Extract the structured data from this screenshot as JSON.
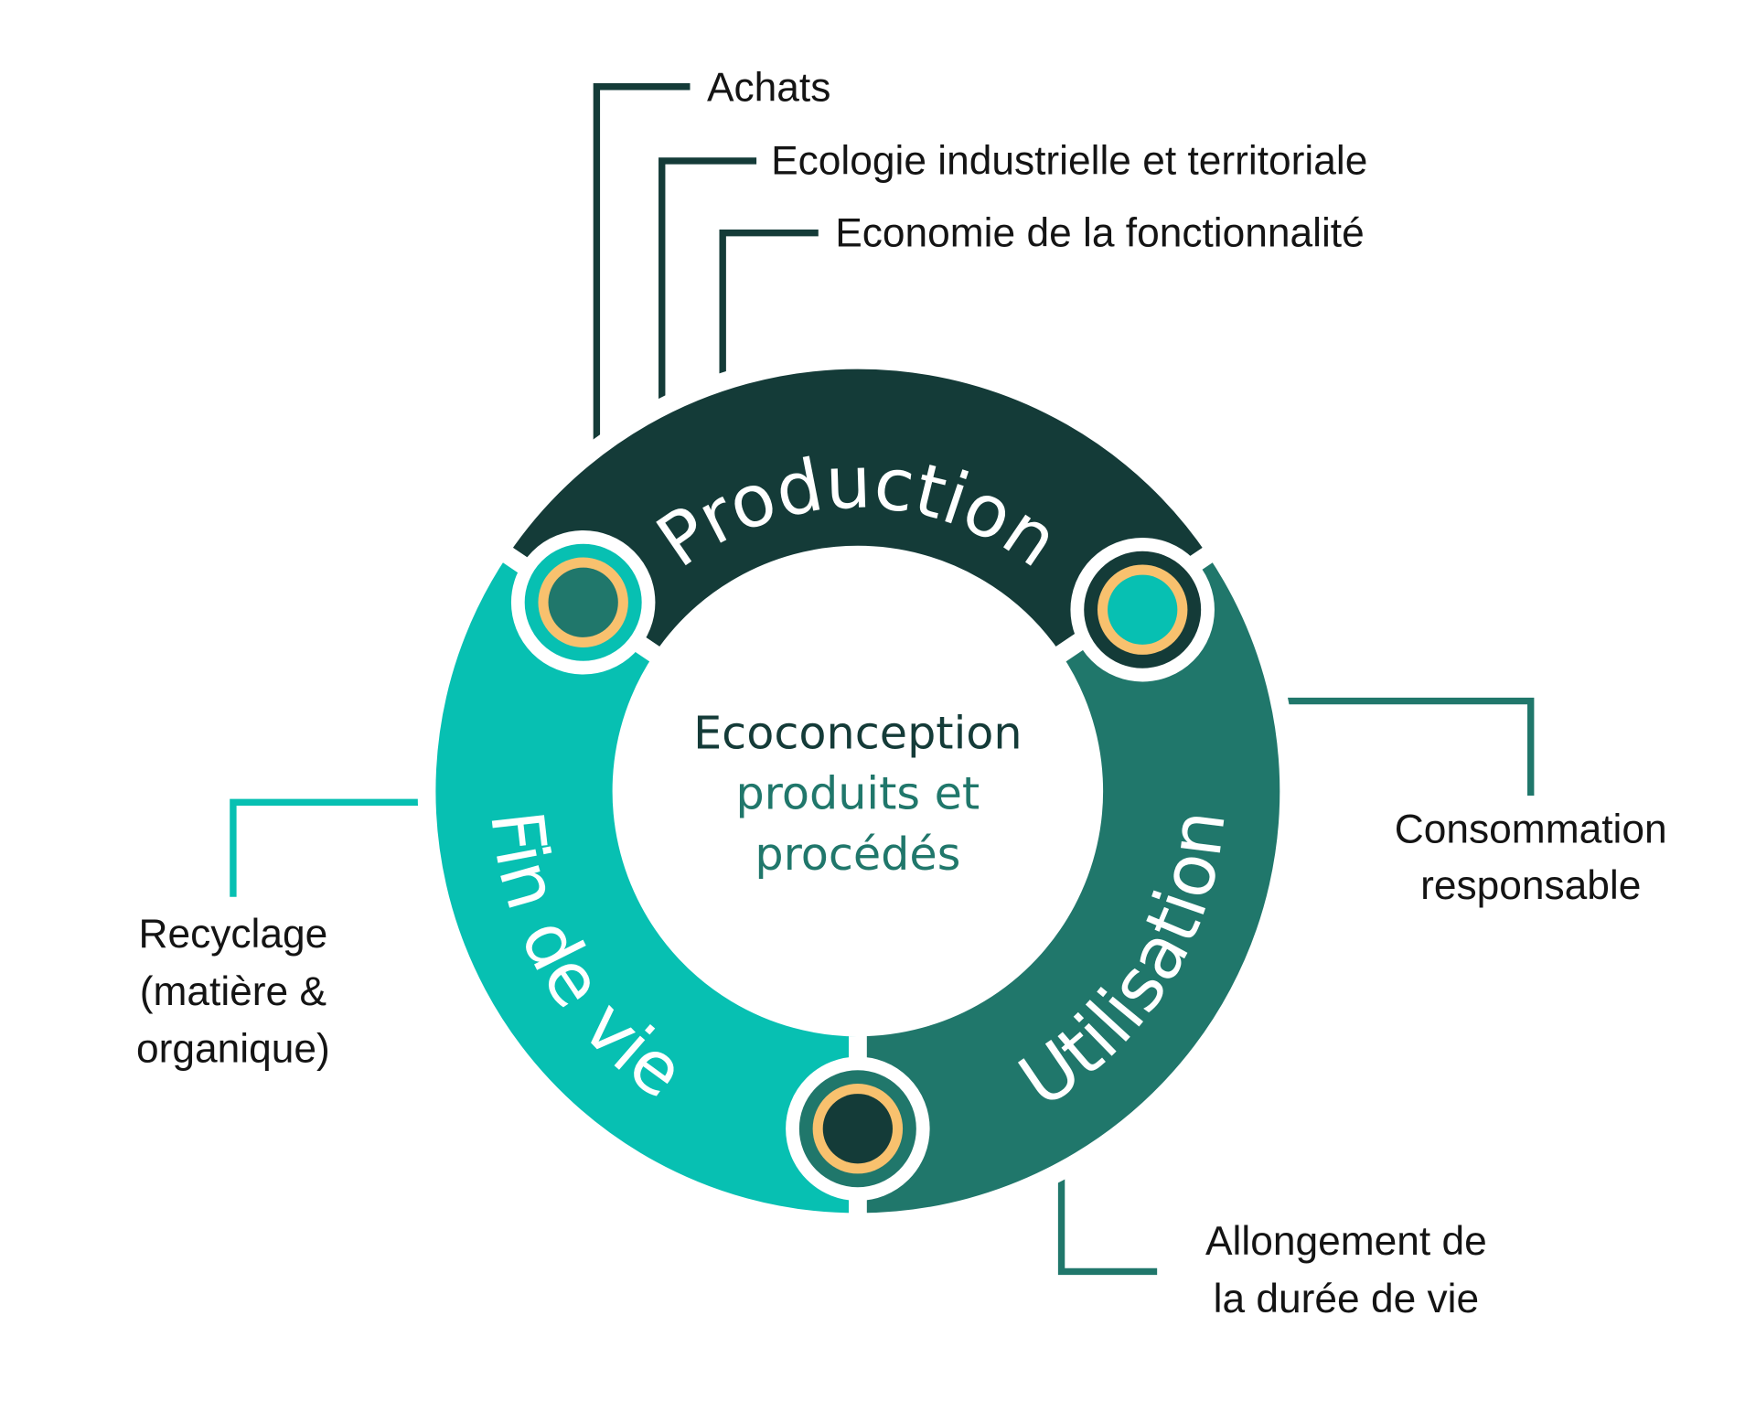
{
  "colors": {
    "production": "#143b38",
    "utilisation": "#20776b",
    "fin_de_vie": "#07c0b2",
    "knob_ring": "#f8c16e"
  },
  "segments": {
    "production": "Production",
    "utilisation": "Utilisation",
    "fin_de_vie": "Fin de vie"
  },
  "center": {
    "line1": "Ecoconception",
    "line2": "produits et",
    "line3": "procédés"
  },
  "labels": {
    "achats": "Achats",
    "ecologie": "Ecologie industrielle et territoriale",
    "economie": "Economie de la fonctionnalité",
    "consommation": [
      "Consommation",
      "responsable"
    ],
    "recyclage": [
      "Recyclage",
      "(matière &",
      "organique)"
    ],
    "allongement": [
      "Allongement de",
      "la durée de vie"
    ]
  }
}
